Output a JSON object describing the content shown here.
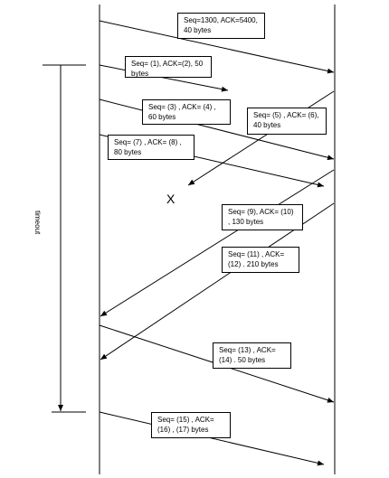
{
  "segments": [
    {
      "id": "s1",
      "text": "Seq=1300, ACK=5400, 40 bytes"
    },
    {
      "id": "s2",
      "text": "Seq= (1), ACK=(2), 50 bytes"
    },
    {
      "id": "s3",
      "text": "Seq= (3) , ACK= (4) , 60 bytes"
    },
    {
      "id": "s4",
      "text": "Seq= (5) , ACK= (6), 40 bytes"
    },
    {
      "id": "s5",
      "text": "Seq= (7) , ACK= (8) , 80 bytes"
    },
    {
      "id": "s6",
      "text": "Seq= (9), ACK= (10) , 130 bytes"
    },
    {
      "id": "s7",
      "text": "Seq= (11) , ACK= (12) . 210 bytes"
    },
    {
      "id": "s8",
      "text": "Seq= (13) , ACK= (14) . 50 bytes"
    },
    {
      "id": "s9",
      "text": "Seq= (15) , ACK= (16) , (17) bytes"
    }
  ],
  "lost_marker": "X",
  "timeout_label": "timeout"
}
